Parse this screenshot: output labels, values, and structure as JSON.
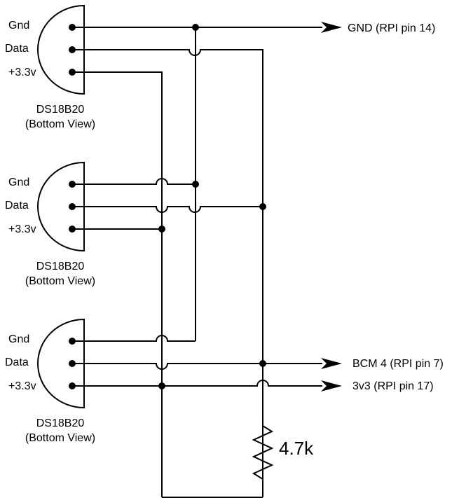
{
  "sensors": [
    {
      "pins": {
        "gnd": "Gnd",
        "data": "Data",
        "vcc": "+3.3v"
      },
      "name": "DS18B20",
      "view": "(Bottom View)"
    },
    {
      "pins": {
        "gnd": "Gnd",
        "data": "Data",
        "vcc": "+3.3v"
      },
      "name": "DS18B20",
      "view": "(Bottom View)"
    },
    {
      "pins": {
        "gnd": "Gnd",
        "data": "Data",
        "vcc": "+3.3v"
      },
      "name": "DS18B20",
      "view": "(Bottom View)"
    }
  ],
  "outputs": {
    "gnd": "GND (RPI pin 14)",
    "data": "BCM 4 (RPI pin 7)",
    "vcc": "3v3 (RPI pin 17)"
  },
  "resistor": {
    "value": "4.7k"
  }
}
